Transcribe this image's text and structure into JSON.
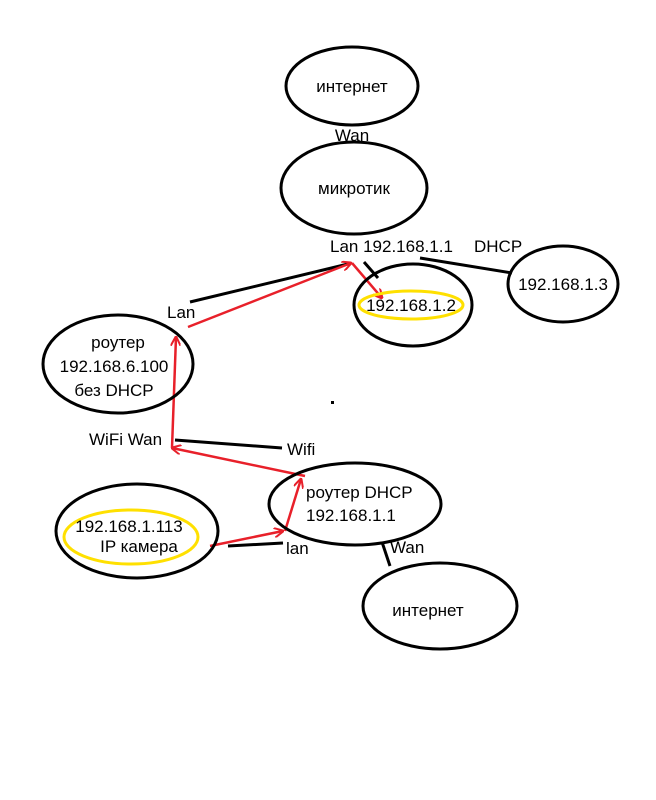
{
  "nodes": {
    "internet_top": "интернет",
    "mikrotik": "микротик",
    "lan_ip_client": "192.168.1.2",
    "dhcp_client": "192.168.1.3",
    "router_left": {
      "line1": "роутер",
      "line2": "192.168.6.100",
      "line3": "без DHCP"
    },
    "ip_camera": {
      "ip": "192.168.1.113",
      "label": "IP камера"
    },
    "router_dhcp": {
      "line1": "роутер DHCP",
      "line2": "192.168.1.1"
    },
    "internet_bottom": "интернет"
  },
  "labels": {
    "wan_top": "Wan",
    "mikrotik_lan": "Lan 192.168.1.1",
    "dhcp": "DHCP",
    "lan_left": "Lan",
    "wifi_wan": "WiFi Wan",
    "wifi": "Wifi",
    "lan_camera": "lan",
    "wan_bottom": "Wan"
  },
  "colors": {
    "line": "#000000",
    "arrow": "#e8202a",
    "highlight": "#ffe000",
    "background": "#ffffff"
  }
}
